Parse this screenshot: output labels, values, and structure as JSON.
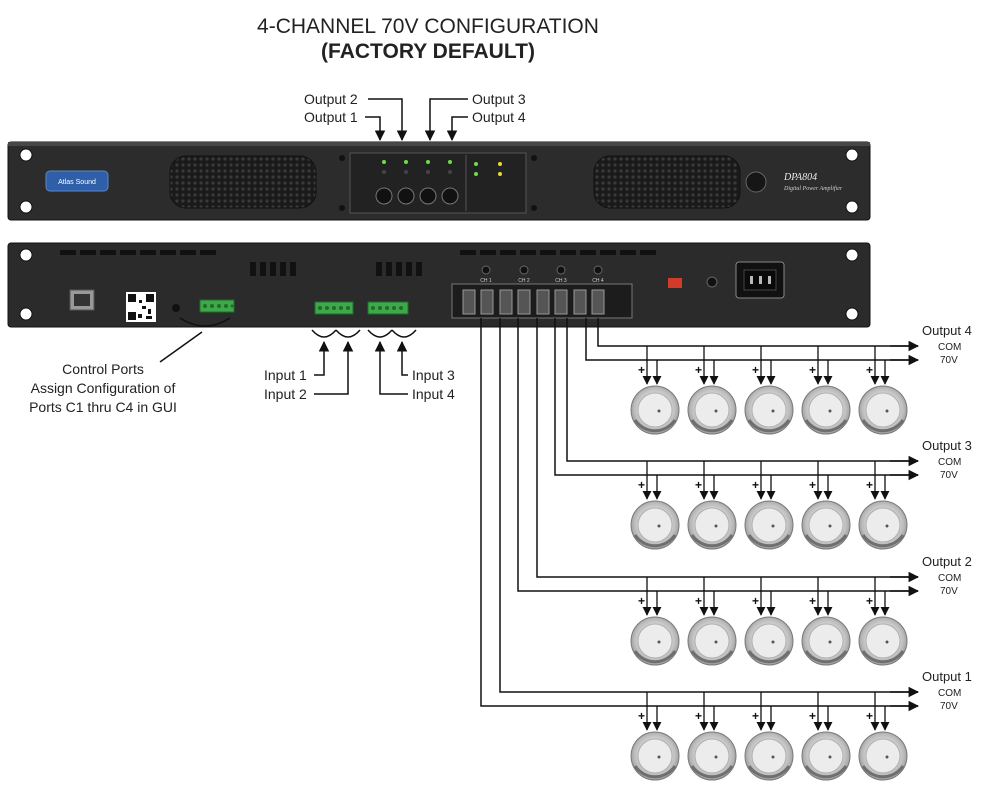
{
  "title": {
    "line1": "4-CHANNEL  70V  CONFIGURATION",
    "line2": "(FACTORY DEFAULT)"
  },
  "front_panel": {
    "brand": "Atlas Sound",
    "model": "DPA804",
    "model_sub": "Digital Power Amplifier",
    "output_labels": [
      "Output 2",
      "Output 1",
      "Output 3",
      "Output 4"
    ]
  },
  "rear_panel": {
    "terminal_labels": [
      "CH 1",
      "CH 2",
      "CH 3",
      "CH 4"
    ],
    "control_ports_callout": [
      "Control Ports",
      "Assign Configuration of",
      "Ports C1 thru C4 in GUI"
    ],
    "input_labels": [
      "Input 1",
      "Input 2",
      "Input 3",
      "Input 4"
    ]
  },
  "output_groups": [
    {
      "name": "Output 4",
      "com": "COM",
      "v": "70V",
      "speakers": 5,
      "polarity": "+"
    },
    {
      "name": "Output 3",
      "com": "COM",
      "v": "70V",
      "speakers": 5,
      "polarity": "+"
    },
    {
      "name": "Output 2",
      "com": "COM",
      "v": "70V",
      "speakers": 5,
      "polarity": "+"
    },
    {
      "name": "Output 1",
      "com": "COM",
      "v": "70V",
      "speakers": 5,
      "polarity": "+"
    }
  ],
  "colors": {
    "chassis": "#2b2b2b",
    "chassis_dark": "#1c1c1c",
    "led_green": "#6ddc4a",
    "terminal_green": "#3fa84a",
    "brand_blue": "#2f5fa8",
    "wire": "#111111",
    "red_switch": "#d23a2a"
  }
}
